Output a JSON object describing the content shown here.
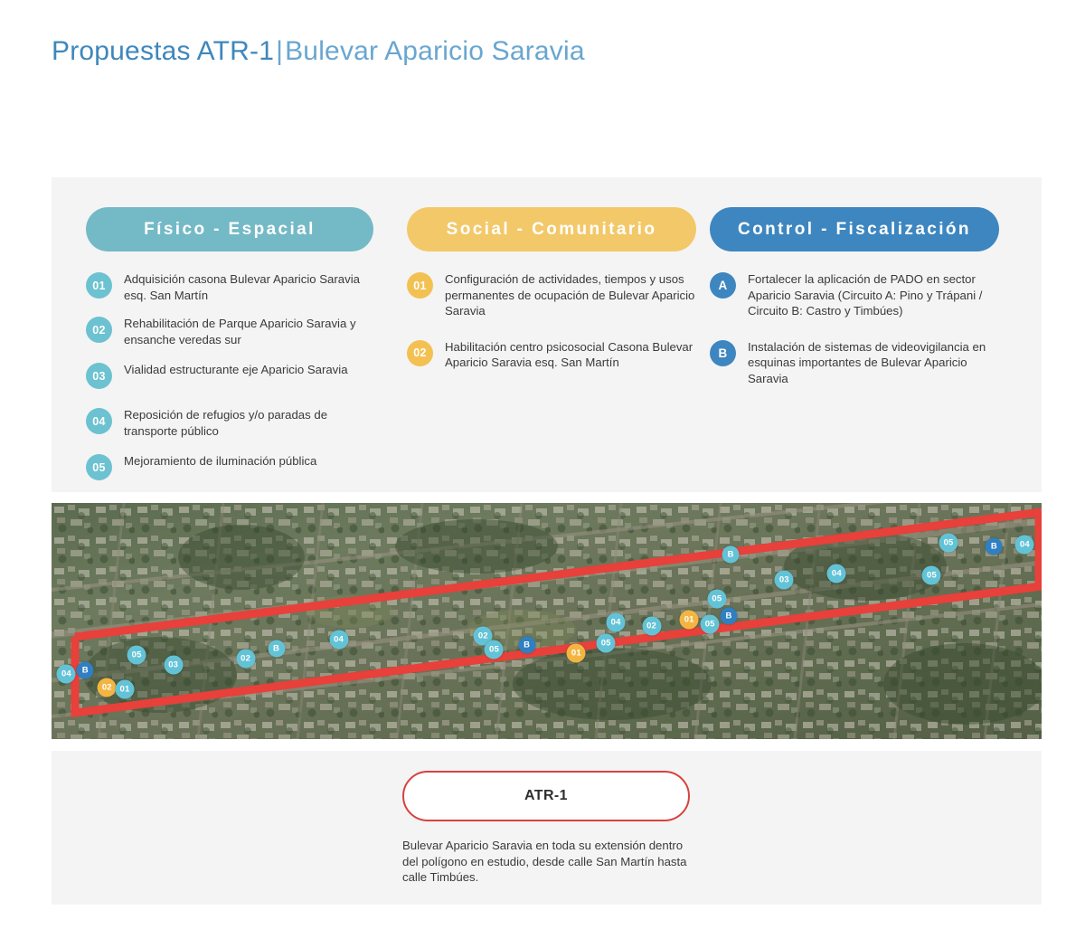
{
  "title": {
    "bold": "Propuestas ATR-1",
    "separator": "|",
    "light": "Bulevar Aparicio Saravia"
  },
  "colors": {
    "teal": "#74b9c6",
    "teal_badge": "#6cc2d0",
    "amber": "#f3c869",
    "amber_badge": "#f3c152",
    "blue": "#3d86c0",
    "title_blue": "#3e87bd",
    "title_light_blue": "#69a6d0",
    "panel_bg": "#f4f4f4",
    "red_outline": "#e8403a",
    "atr_border": "#d8413f"
  },
  "columns": [
    {
      "id": "fisico-espacial",
      "header": "Físico - Espacial",
      "items": [
        {
          "badge": "01",
          "text": "Adquisición casona Bulevar Aparicio Saravia esq. San Martín"
        },
        {
          "badge": "02",
          "text": "Rehabilitación de Parque Aparicio Saravia y ensanche veredas sur"
        },
        {
          "badge": "03",
          "text": "Vialidad estructurante eje Aparicio Saravia"
        },
        {
          "badge": "04",
          "text": "Reposición de refugios y/o paradas de transporte público"
        },
        {
          "badge": "05",
          "text": "Mejoramiento de iluminación pública"
        }
      ]
    },
    {
      "id": "social-comunitario",
      "header": "Social - Comunitario",
      "items": [
        {
          "badge": "01",
          "text": "Configuración de actividades, tiempos y usos permanentes de ocupación de Bulevar Aparicio Saravia"
        },
        {
          "badge": "02",
          "text": "Habilitación centro psicosocial Casona Bulevar Aparicio Saravia esq. San Martín"
        }
      ]
    },
    {
      "id": "control-fiscalizacion",
      "header": "Control - Fiscalización",
      "items": [
        {
          "badge": "A",
          "text": "Fortalecer la aplicación de PADO en sector Aparicio Saravia (Circuito A: Pino y Trápani / Circuito B: Castro y Timbúes)"
        },
        {
          "badge": "B",
          "text": "Instalación de sistemas de videovigilancia en esquinas importantes de Bulevar Aparicio Saravia"
        }
      ]
    }
  ],
  "map": {
    "alt": "Vista aérea satelital del Bulevar Aparicio Saravia con polígono de intervención en rojo",
    "markers": [
      {
        "label": "04",
        "kind": "teal",
        "x": 1.5,
        "y": 72.5
      },
      {
        "label": "B",
        "kind": "blue",
        "x": 3.4,
        "y": 71.0
      },
      {
        "label": "02",
        "kind": "amber",
        "x": 5.6,
        "y": 78.0
      },
      {
        "label": "01",
        "kind": "teal",
        "x": 7.4,
        "y": 79.0
      },
      {
        "label": "05",
        "kind": "teal",
        "x": 8.6,
        "y": 64.5
      },
      {
        "label": "03",
        "kind": "teal",
        "x": 12.3,
        "y": 68.5
      },
      {
        "label": "02",
        "kind": "teal",
        "x": 19.6,
        "y": 66.0
      },
      {
        "label": "B",
        "kind": "teal",
        "x": 22.7,
        "y": 61.5
      },
      {
        "label": "04",
        "kind": "teal",
        "x": 29.0,
        "y": 58.0
      },
      {
        "label": "02",
        "kind": "teal",
        "x": 43.6,
        "y": 56.5
      },
      {
        "label": "05",
        "kind": "teal",
        "x": 44.7,
        "y": 62.0
      },
      {
        "label": "B",
        "kind": "blue",
        "x": 48.0,
        "y": 60.0
      },
      {
        "label": "01",
        "kind": "amber",
        "x": 53.0,
        "y": 63.5
      },
      {
        "label": "05",
        "kind": "teal",
        "x": 56.0,
        "y": 59.5
      },
      {
        "label": "05",
        "kind": "teal",
        "x": 67.2,
        "y": 40.5
      },
      {
        "label": "B",
        "kind": "blue",
        "x": 68.4,
        "y": 48.0
      },
      {
        "label": "04",
        "kind": "teal",
        "x": 57.0,
        "y": 50.5
      },
      {
        "label": "02",
        "kind": "teal",
        "x": 60.6,
        "y": 52.0
      },
      {
        "label": "01",
        "kind": "amber",
        "x": 64.4,
        "y": 49.5
      },
      {
        "label": "05",
        "kind": "teal",
        "x": 66.5,
        "y": 51.5
      },
      {
        "label": "B",
        "kind": "teal",
        "x": 68.6,
        "y": 22.0
      },
      {
        "label": "03",
        "kind": "teal",
        "x": 74.0,
        "y": 32.5
      },
      {
        "label": "04",
        "kind": "teal",
        "x": 79.3,
        "y": 30.0
      },
      {
        "label": "05",
        "kind": "teal",
        "x": 88.9,
        "y": 30.5
      },
      {
        "label": "05",
        "kind": "teal",
        "x": 90.6,
        "y": 17.0
      },
      {
        "label": "B",
        "kind": "blue",
        "x": 95.2,
        "y": 18.5
      },
      {
        "label": "04",
        "kind": "teal",
        "x": 98.3,
        "y": 17.5
      }
    ]
  },
  "bottom": {
    "pill_label": "ATR-1",
    "description": "Bulevar Aparicio Saravia en toda su extensión dentro del polígono en estudio, desde calle San Martín hasta calle Timbúes."
  }
}
